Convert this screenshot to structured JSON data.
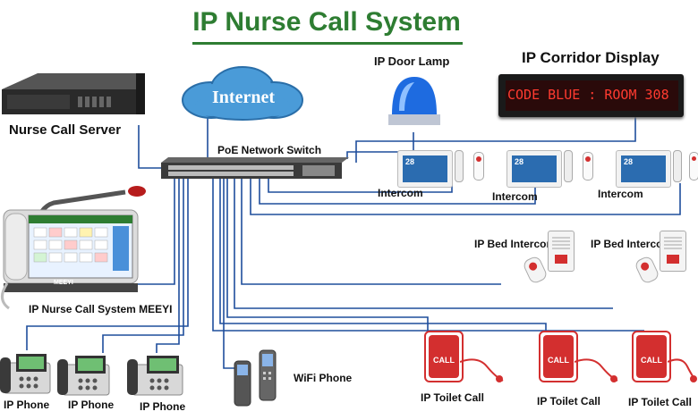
{
  "title": "IP Nurse Call System",
  "labels": {
    "server": "Nurse Call Server",
    "internet": "Internet",
    "switch": "PoE Network Switch",
    "door_lamp": "IP Door Lamp",
    "corridor_display": "IP Corridor Display",
    "display_text": "CODE BLUE : ROOM 308",
    "intercom": "Intercom",
    "bed_intercom": "IP Bed Intercon",
    "master_station": "IP Nurse Call System MEEYI",
    "meeyi": "MEEYI",
    "ip_phone": "IP Phone",
    "wifi_phone": "WiFi Phone",
    "toilet_call": "IP Toilet Call",
    "call": "CALL",
    "screen_time": "28"
  },
  "colors": {
    "title": "#2e7d32",
    "wire": "#1f4e9c",
    "cloud": "#4a9bd8",
    "call_red": "#d32f2f",
    "display_red": "#ff3b30",
    "lamp_blue": "#1e6be0"
  }
}
